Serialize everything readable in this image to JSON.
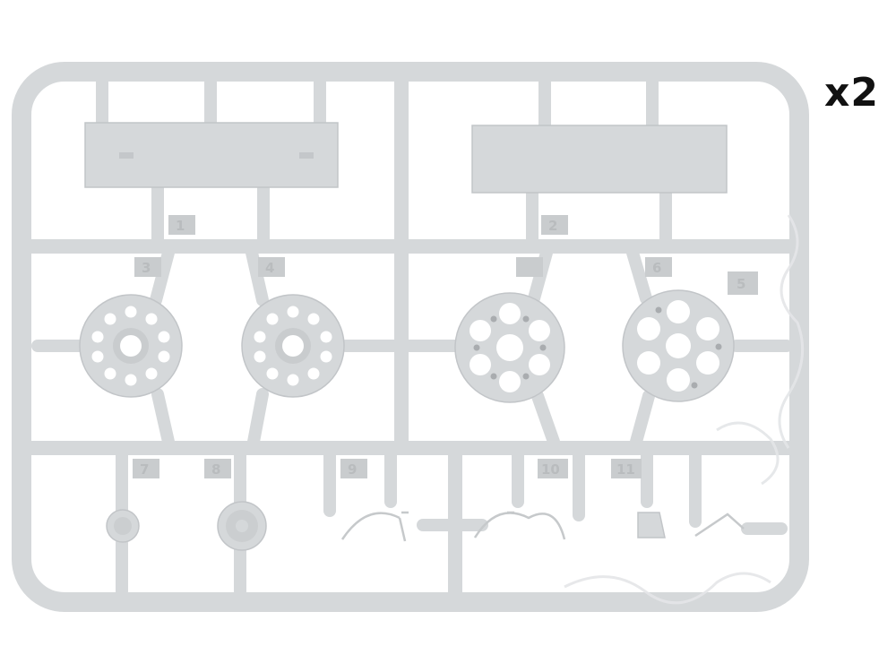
{
  "sprue": {
    "quantity_label": "x2",
    "parts": [
      {
        "number": "1",
        "kind": "rectangular-plate"
      },
      {
        "number": "2",
        "kind": "rectangular-plate"
      },
      {
        "number": "3",
        "kind": "road-wheel-small-holes"
      },
      {
        "number": "4",
        "kind": "road-wheel-small-holes"
      },
      {
        "number": "5",
        "kind": "road-wheel-large-holes"
      },
      {
        "number": "6",
        "kind": "road-wheel-large-holes"
      },
      {
        "number": "7",
        "kind": "small-disc"
      },
      {
        "number": "8",
        "kind": "hub-cap"
      },
      {
        "number": "9",
        "kind": "wire-bracket"
      },
      {
        "number": "10",
        "kind": "wire-bracket"
      },
      {
        "number": "11",
        "kind": "small-bracket"
      }
    ]
  },
  "colors": {
    "plastic": "#d5d8da",
    "plastic_edge": "#c2c5c8",
    "holes": "#ffffff",
    "label": "#111111"
  }
}
